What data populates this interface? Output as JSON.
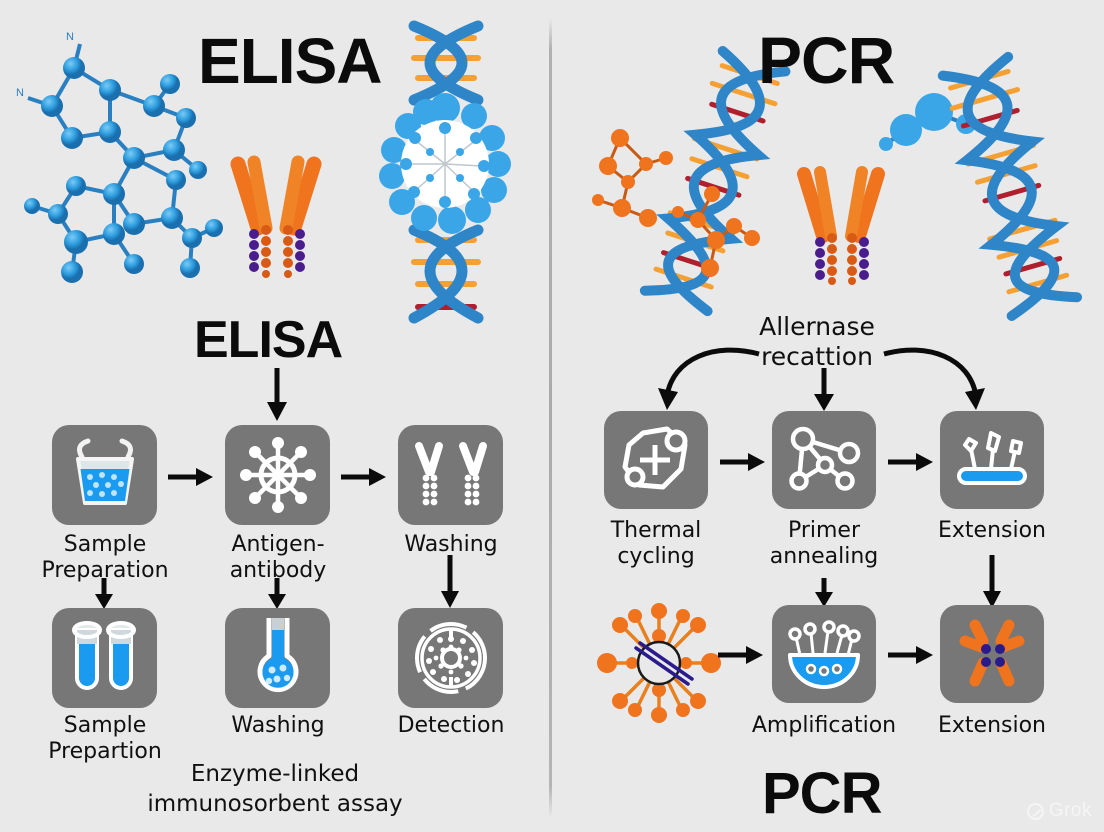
{
  "meta": {
    "background_color": "#e9e9e9",
    "icon_box_color": "#777777",
    "accent_blue": "#1a9bf0",
    "accent_orange": "#f0731e",
    "accent_purple": "#4a1d8c",
    "dna_blue": "#2e86c8",
    "dna_orange": "#f5a033",
    "dna_red": "#b01f2e",
    "text_color": "#101010"
  },
  "left_panel": {
    "name": "ELISA",
    "header_title": "ELISA",
    "section_title": "ELISA",
    "caption": "Enzyme-linked\nimmunosorbent assay",
    "hero_icons": [
      {
        "name": "molecule-structure-blue",
        "label": "blue ball-and-stick molecule"
      },
      {
        "name": "antibody-y-shape",
        "label": "orange Y-shaped antibody with purple chains"
      },
      {
        "name": "dna-helix-with-cell",
        "label": "DNA double helix with spherical cell cluster"
      }
    ],
    "row1": [
      {
        "icon": "beaker-with-droplets-icon",
        "label": "Sample\nPreparation"
      },
      {
        "icon": "antigen-virus-icon",
        "label": "Antigen-\nantibody"
      },
      {
        "icon": "antibody-pair-icon",
        "label": "Washing"
      }
    ],
    "row2": [
      {
        "icon": "test-tubes-icon",
        "label": "Sample Prepartion"
      },
      {
        "icon": "round-bottom-flask-icon",
        "label": "Washing"
      },
      {
        "icon": "microplate-well-icon",
        "label": "Detection"
      }
    ]
  },
  "right_panel": {
    "name": "PCR",
    "header_title": "PCR",
    "footer_title": "PCR",
    "cycle_label": "Allernase\nrecattion",
    "hero_icons": [
      {
        "name": "dna-helix-left",
        "label": "DNA double helix"
      },
      {
        "name": "molecule-structure-orange",
        "label": "orange ball-and-stick molecule"
      },
      {
        "name": "antibody-y-shape",
        "label": "orange Y-shaped antibody with purple chains"
      },
      {
        "name": "molecule-structure-blue-small",
        "label": "small blue molecule"
      },
      {
        "name": "dna-helix-right",
        "label": "DNA double helix"
      }
    ],
    "row1": [
      {
        "icon": "thermal-cycling-icon",
        "label": "Thermal\ncycling"
      },
      {
        "icon": "primer-network-icon",
        "label": "Primer\nannealing"
      },
      {
        "icon": "extension-strand-icon",
        "label": "Extension"
      }
    ],
    "row2": [
      {
        "icon": "orange-virus-particle-icon",
        "label": ""
      },
      {
        "icon": "amplification-bowl-icon",
        "label": "Amplification"
      },
      {
        "icon": "extension-starburst-icon",
        "label": "Extension"
      }
    ]
  },
  "watermark": {
    "text": "Grok"
  }
}
